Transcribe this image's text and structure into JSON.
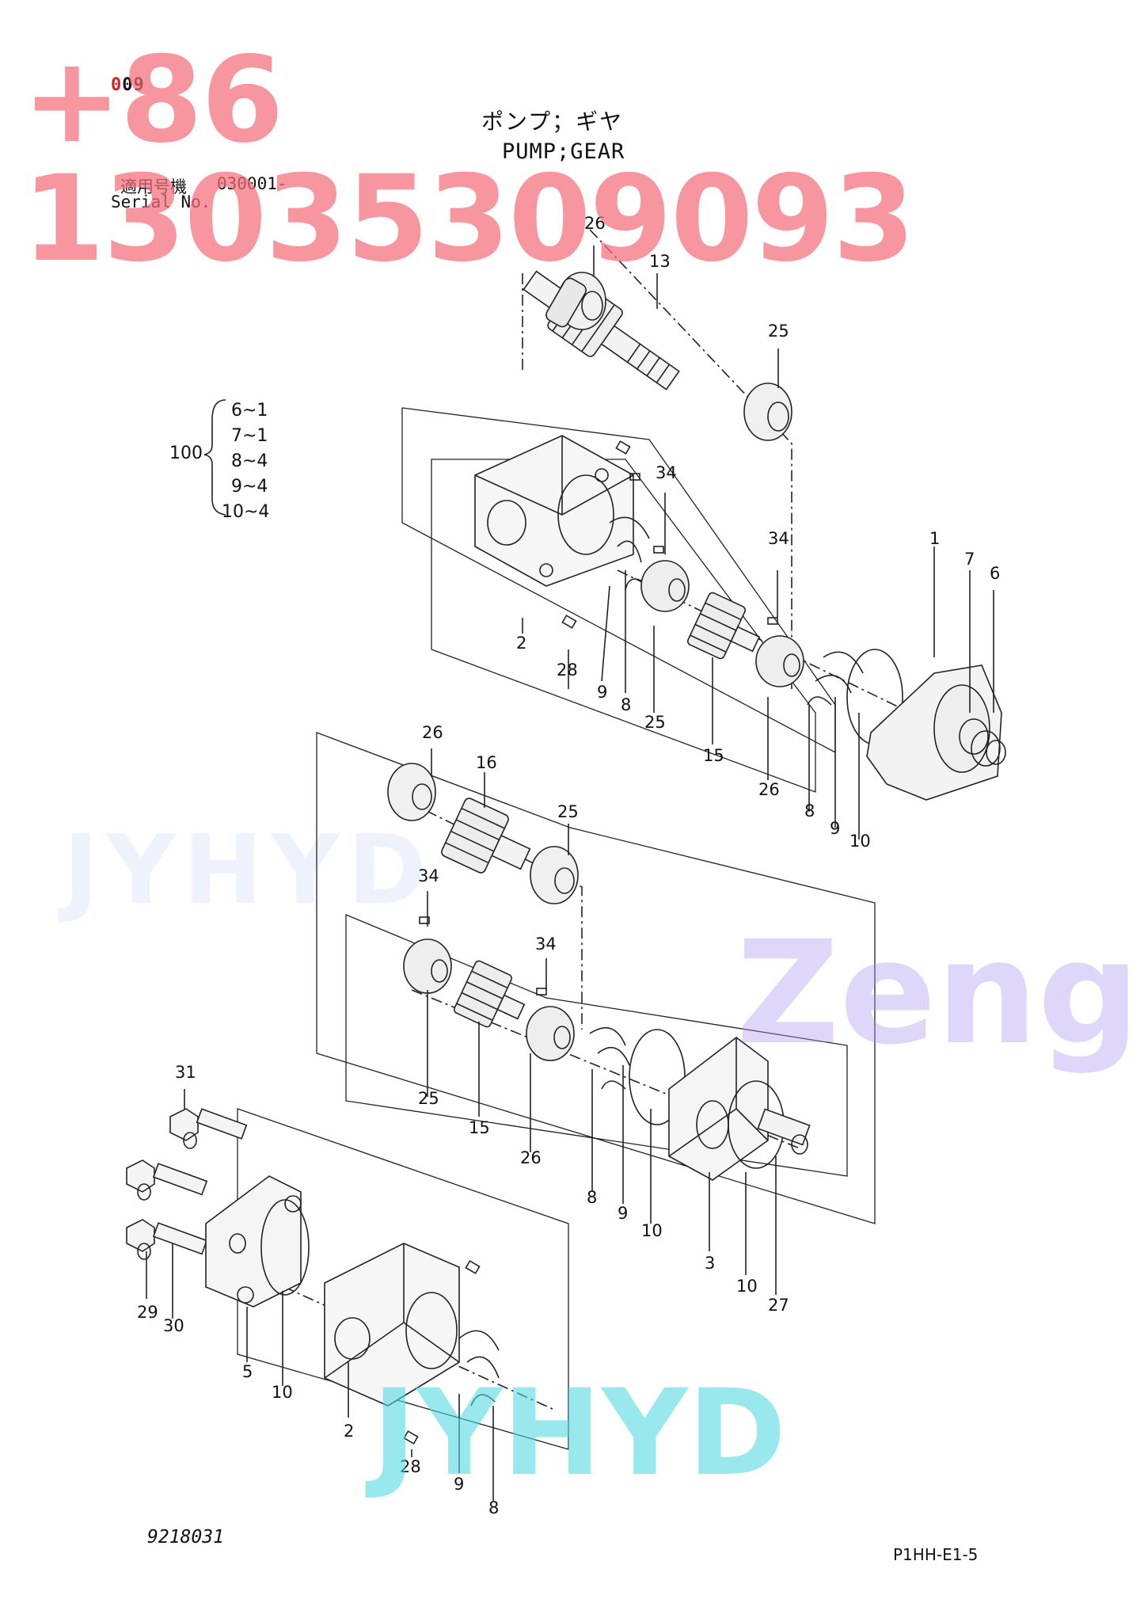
{
  "header": {
    "page_code_prefix": "0",
    "page_code_rest": "09",
    "title_jp": "ポンプ；ギヤ",
    "title_en": "PUMP;GEAR",
    "serial_label_jp": "適用号機",
    "serial_value": "030001-",
    "serial_label_en": "Serial No."
  },
  "kit": {
    "number": "100",
    "items": [
      "6~1",
      "7~1",
      "8~4",
      "9~4",
      "10~4"
    ]
  },
  "callouts": [
    "26",
    "13",
    "25",
    "34",
    "34",
    "1",
    "7",
    "6",
    "2",
    "28",
    "9",
    "8",
    "25",
    "15",
    "26",
    "8",
    "9",
    "10",
    "26",
    "16",
    "25",
    "34",
    "34",
    "25",
    "15",
    "26",
    "8",
    "9",
    "10",
    "3",
    "10",
    "27",
    "31",
    "29",
    "30",
    "5",
    "10",
    "2",
    "28",
    "9",
    "8"
  ],
  "footer": {
    "drawing_number": "9218031",
    "page_ref": "P1HH-E1-5"
  },
  "watermarks": {
    "phone": "+86 13035309093",
    "brand1": "Zeng",
    "brand2": "JYHYD",
    "ghost": "JYHYD"
  }
}
